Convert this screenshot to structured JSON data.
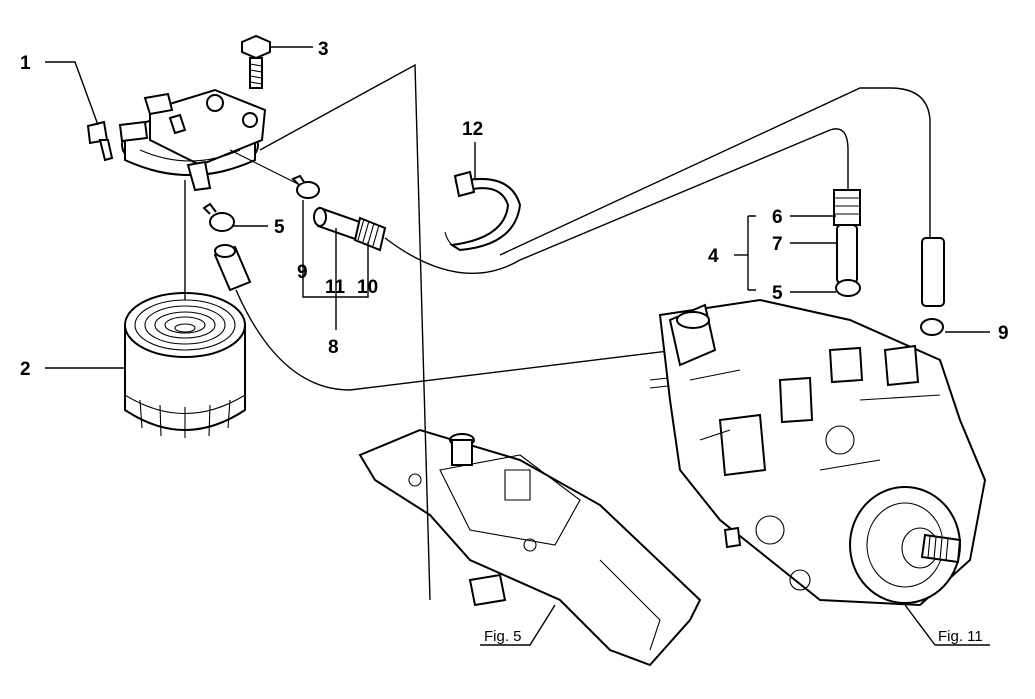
{
  "callouts": {
    "c1": "1",
    "c2": "2",
    "c3": "3",
    "c4": "4",
    "c5a": "5",
    "c5b": "5",
    "c6": "6",
    "c7": "7",
    "c8": "8",
    "c9a": "9",
    "c9b": "9",
    "c10": "10",
    "c11": "11",
    "c12": "12"
  },
  "figure_refs": {
    "fig5": "Fig. 5",
    "fig11": "Fig. 11"
  }
}
